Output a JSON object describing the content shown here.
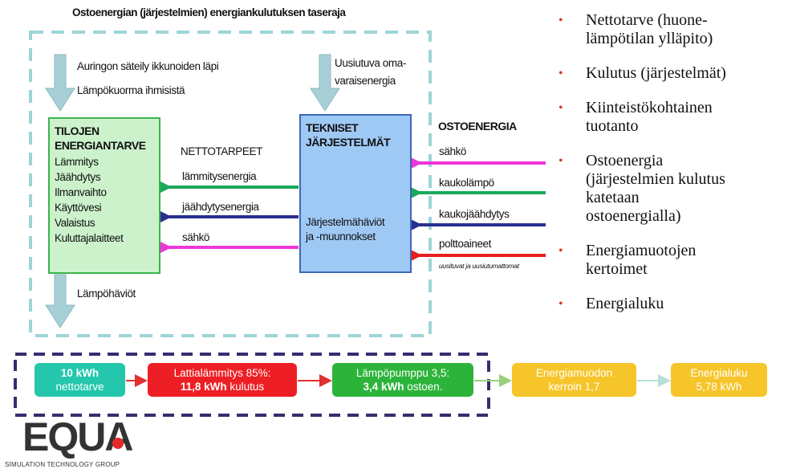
{
  "title": "Ostoenergian (järjestelmien) energiankulutuksen taseraja",
  "inputs": {
    "solar_line1": "Auringon säteily ikkunoiden läpi",
    "solar_line2": "Lämpökuorma ihmisistä",
    "renewable_line1": "Uusiutuva oma-",
    "renewable_line2": "varaisenergia"
  },
  "needs_box": {
    "title_line1": "TILOJEN",
    "title_line2": "ENERGIANTARVE",
    "items": [
      "Lämmitys",
      "Jäähdytys",
      "Ilmanvaihto",
      "Käyttövesi",
      "Valaistus",
      "Kuluttajalaitteet"
    ]
  },
  "tech_box": {
    "title_line1": "TEKNISET",
    "title_line2": "JÄRJESTELMÄT",
    "losses_line1": "Järjestelmähäviöt",
    "losses_line2": "ja -muunnokset"
  },
  "net_needs": {
    "label": "NETTOTARPEET",
    "heating": "lämmitysenergia",
    "cooling": "jäähdytysenergia",
    "electricity": "sähkö"
  },
  "purchased": {
    "label": "OSTOENERGIA",
    "items": [
      "sähkö",
      "kaukolämpö",
      "kaukojäähdytys",
      "polttoaineet"
    ],
    "note": "uusituvat ja uusiutumattomat"
  },
  "heat_losses": "Lämpöhäviöt",
  "bullets": [
    {
      "line1": "Nettotarve (huone-",
      "line2": "lämpötilan ylläpito)"
    },
    {
      "line1": "Kulutus (järjestelmät)"
    },
    {
      "line1": "Kiinteistökohtainen",
      "line2": "tuotanto"
    },
    {
      "line1": "Ostoenergia",
      "line2": "(järjestelmien kulutus",
      "line3": "katetaan",
      "line4": "ostoenergialla)"
    },
    {
      "line1": "Energiamuotojen",
      "line2": "kertoimet"
    },
    {
      "line1": "Energialuku"
    }
  ],
  "bullet_char": "•",
  "pipeline": [
    {
      "line1": "10 kWh",
      "line2": "nettotarve",
      "color": "#24c7ac"
    },
    {
      "line1": "Lattialämmitys 85%:",
      "line2_bold": "11,8 kWh",
      "line2_rest": " kulutus",
      "color": "#ee1f24"
    },
    {
      "line1": "Lämpöpumppu 3,5:",
      "line2_bold": "3,4 kWh",
      "line2_rest": " ostoen.",
      "color": "#2cb43a"
    },
    {
      "line1": "Energiamuodon",
      "line2": "kerroin 1,7",
      "color": "#f6c52a"
    },
    {
      "line1": "Energialuku",
      "line2": "5,78 kWh",
      "color": "#f6c52a"
    }
  ],
  "logo": {
    "text": "EQUA",
    "subtitle": "SIMULATION TECHNOLOGY GROUP"
  },
  "colors": {
    "heating": "#1aa85a",
    "cooling": "#2b2f8e",
    "electricity": "#ee35d8",
    "fuel": "#e81e1e",
    "boundary": "#9dd5d6",
    "pipeline_border": "#3b2a6e"
  }
}
